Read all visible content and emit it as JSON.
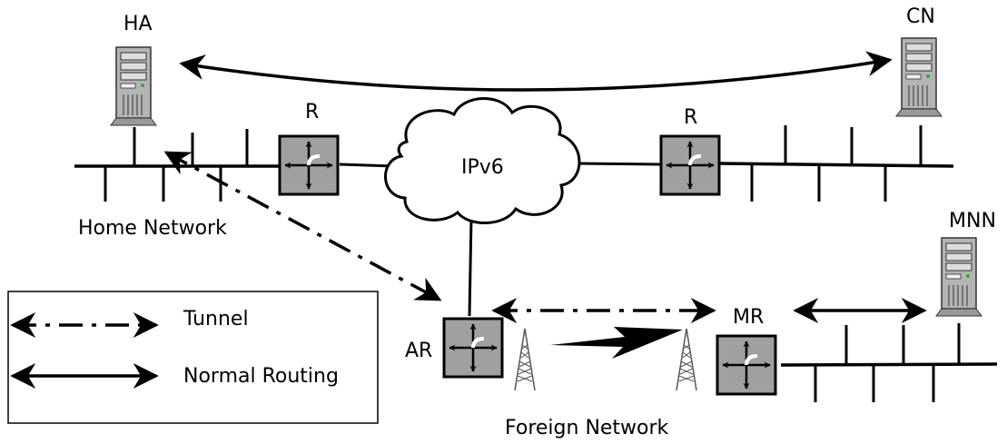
{
  "labels": {
    "ha": "HA",
    "cn": "CN",
    "router_left": "R",
    "router_right": "R",
    "cloud": "IPv6",
    "home_network": "Home Network",
    "mnn": "MNN",
    "mr": "MR",
    "ar": "AR",
    "foreign_network": "Foreign Network"
  },
  "legend": {
    "tunnel": "Tunnel",
    "normal_routing": "Normal Routing"
  },
  "colors": {
    "router_fill": "#a0a0a0",
    "server_fill": "#b4b4b4",
    "line": "#000000"
  }
}
